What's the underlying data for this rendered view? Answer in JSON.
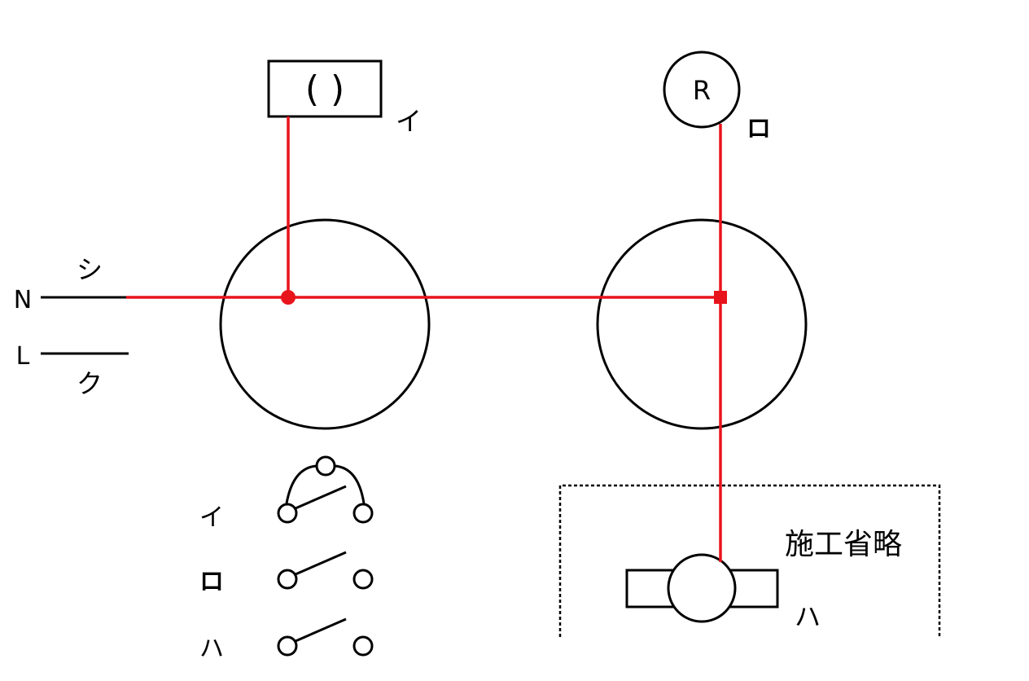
{
  "colors": {
    "wire": "#e8141b",
    "line": "#000000",
    "background": "#ffffff"
  },
  "labels": {
    "neutral": "N",
    "line": "L",
    "neutral_mark": "シ",
    "line_mark": "ク",
    "fixture_i_symbol": "( )",
    "fixture_i": "イ",
    "fixture_ro_symbol": "R",
    "fixture_ro": "ロ",
    "omitted": "施工省略",
    "fixture_ha": "ハ"
  },
  "switch_legend": [
    {
      "label": "イ",
      "kind": "3-way-switch"
    },
    {
      "label": "ロ",
      "kind": "single-pole-switch"
    },
    {
      "label": "ハ",
      "kind": "single-pole-switch"
    }
  ],
  "junctions": [
    {
      "id": "left-box",
      "connection": "ring-sleeve-dot"
    },
    {
      "id": "right-box",
      "connection": "crimp-square"
    }
  ]
}
